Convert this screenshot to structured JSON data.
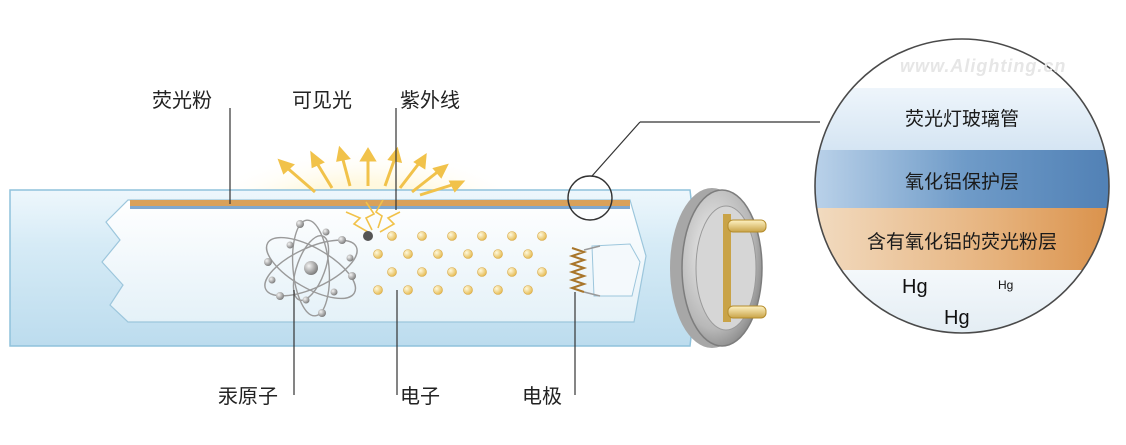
{
  "labels": {
    "phosphor": "荧光粉",
    "visible_light": "可见光",
    "ultraviolet": "紫外线",
    "mercury_atom": "汞原子",
    "electron": "电子",
    "electrode": "电极"
  },
  "layers": {
    "glass_tube": "荧光灯玻璃管",
    "alumina_protective": "氧化铝保护层",
    "phosphor_with_alumina": "含有氧化铝的荧光粉层"
  },
  "mercury": [
    "Hg",
    "Hg",
    "Hg"
  ],
  "watermark": "www.Alighting.cn",
  "colors": {
    "tube_glass": "#cfe6f3",
    "phosphor_stripe": "#d9a15a",
    "electron_dot": "#f1d27a",
    "alumina_layer": "#5f8fc0",
    "phosphor_layer": "#dea066",
    "glow": "#fff0b0"
  }
}
